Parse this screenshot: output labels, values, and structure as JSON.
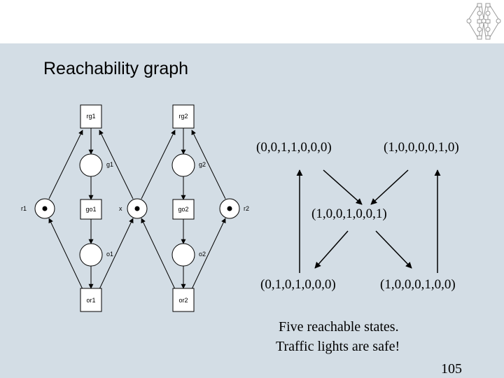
{
  "title": "Reachability graph",
  "petri_net": {
    "transitions": [
      "rg1",
      "rg2",
      "go1",
      "go2",
      "or1",
      "or2"
    ],
    "places": [
      "g1",
      "g2",
      "r1",
      "x",
      "r2",
      "o1",
      "o2"
    ],
    "marked_places": [
      "r1",
      "x",
      "r2"
    ]
  },
  "states": {
    "s1": "(0,0,1,1,0,0,0)",
    "s2": "(1,0,0,0,0,1,0)",
    "s3": "(1,0,0,1,0,0,1)",
    "s4": "(0,1,0,1,0,0,0)",
    "s5": "(1,0,0,0,1,0,0)"
  },
  "caption": {
    "line1": "Five reachable states.",
    "line2": "Traffic lights are safe!"
  },
  "page_number": "105"
}
